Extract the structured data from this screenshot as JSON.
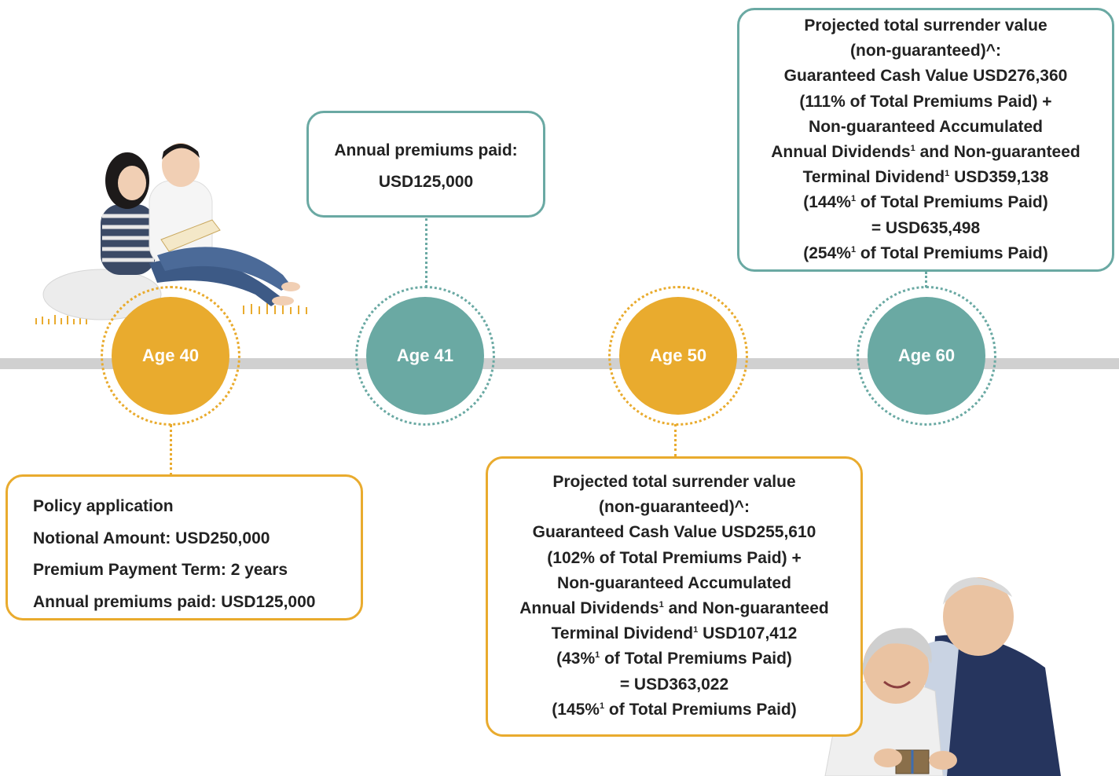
{
  "timeline": {
    "nodes": [
      {
        "label": "Age 40",
        "color": "#e9ab2e"
      },
      {
        "label": "Age 41",
        "color": "#6aa9a3"
      },
      {
        "label": "Age 50",
        "color": "#e9ab2e"
      },
      {
        "label": "Age 60",
        "color": "#6aa9a3"
      }
    ]
  },
  "boxes": {
    "age40": {
      "heading": "Policy application",
      "lines": [
        "Notional Amount: USD250,000",
        "Premium Payment Term: 2 years",
        "Annual premiums paid: USD125,000"
      ]
    },
    "age41": {
      "lines": [
        "Annual premiums paid:",
        "USD125,000"
      ]
    },
    "age50": {
      "l1": "Projected total surrender value",
      "l2": "(non-guaranteed)^:",
      "l3": "Guaranteed Cash Value USD255,610",
      "l4": "(102% of Total Premiums Paid) +",
      "l5": "Non-guaranteed Accumulated",
      "l6a": "Annual Dividends",
      "l6sup": "1",
      "l6b": " and Non-guaranteed",
      "l7a": "Terminal Dividend",
      "l7sup": "1",
      "l7b": " USD107,412",
      "l8a": "(43%",
      "l8sup": "1",
      "l8b": " of Total Premiums Paid)",
      "l9": "= USD363,022",
      "l10a": "(145%",
      "l10sup": "1",
      "l10b": " of Total Premiums Paid)"
    },
    "age60": {
      "l1": "Projected total surrender value",
      "l2": "(non-guaranteed)^:",
      "l3": "Guaranteed Cash Value USD276,360",
      "l4": "(111% of Total Premiums Paid) +",
      "l5": "Non-guaranteed Accumulated",
      "l6a": "Annual Dividends",
      "l6sup": "1",
      "l6b": " and Non-guaranteed",
      "l7a": "Terminal Dividend",
      "l7sup": "1",
      "l7b": " USD359,138",
      "l8a": "(144%",
      "l8sup": "1",
      "l8b": " of Total Premiums Paid)",
      "l9": "= USD635,498",
      "l10a": "(254%",
      "l10sup": "1",
      "l10b": " of Total Premiums Paid)"
    }
  }
}
